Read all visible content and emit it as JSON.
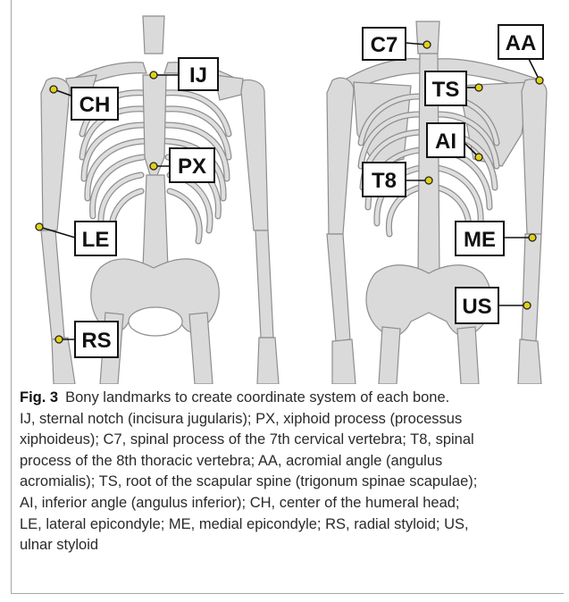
{
  "figure": {
    "number": "Fig. 3",
    "caption_lines": [
      "Bony landmarks to create coordinate system of each bone.",
      "IJ, sternal notch (incisura jugularis); PX, xiphoid process (processus",
      "xiphoideus); C7, spinal process of the 7th cervical vertebra; T8, spinal",
      "process of the 8th thoracic vertebra; AA, acromial angle (angulus",
      "acromialis); TS, root of the scapular spine (trigonum spinae scapulae);",
      "AI, inferior angle (angulus inferior); CH, center of the humeral head;",
      "LE, lateral epicondyle; ME, medial epicondyle; RS, radial styloid; US,",
      "ulnar styloid"
    ]
  },
  "labels": {
    "front": {
      "ij": "IJ",
      "ch": "CH",
      "px": "PX",
      "le": "LE",
      "rs": "RS"
    },
    "back": {
      "c7": "C7",
      "aa": "AA",
      "ts": "TS",
      "ai": "AI",
      "t8": "T8",
      "me": "ME",
      "us": "US"
    }
  },
  "colors": {
    "bone": "#dadada",
    "bone_stroke": "#8e8e8e",
    "marker": "#e0d21a"
  }
}
